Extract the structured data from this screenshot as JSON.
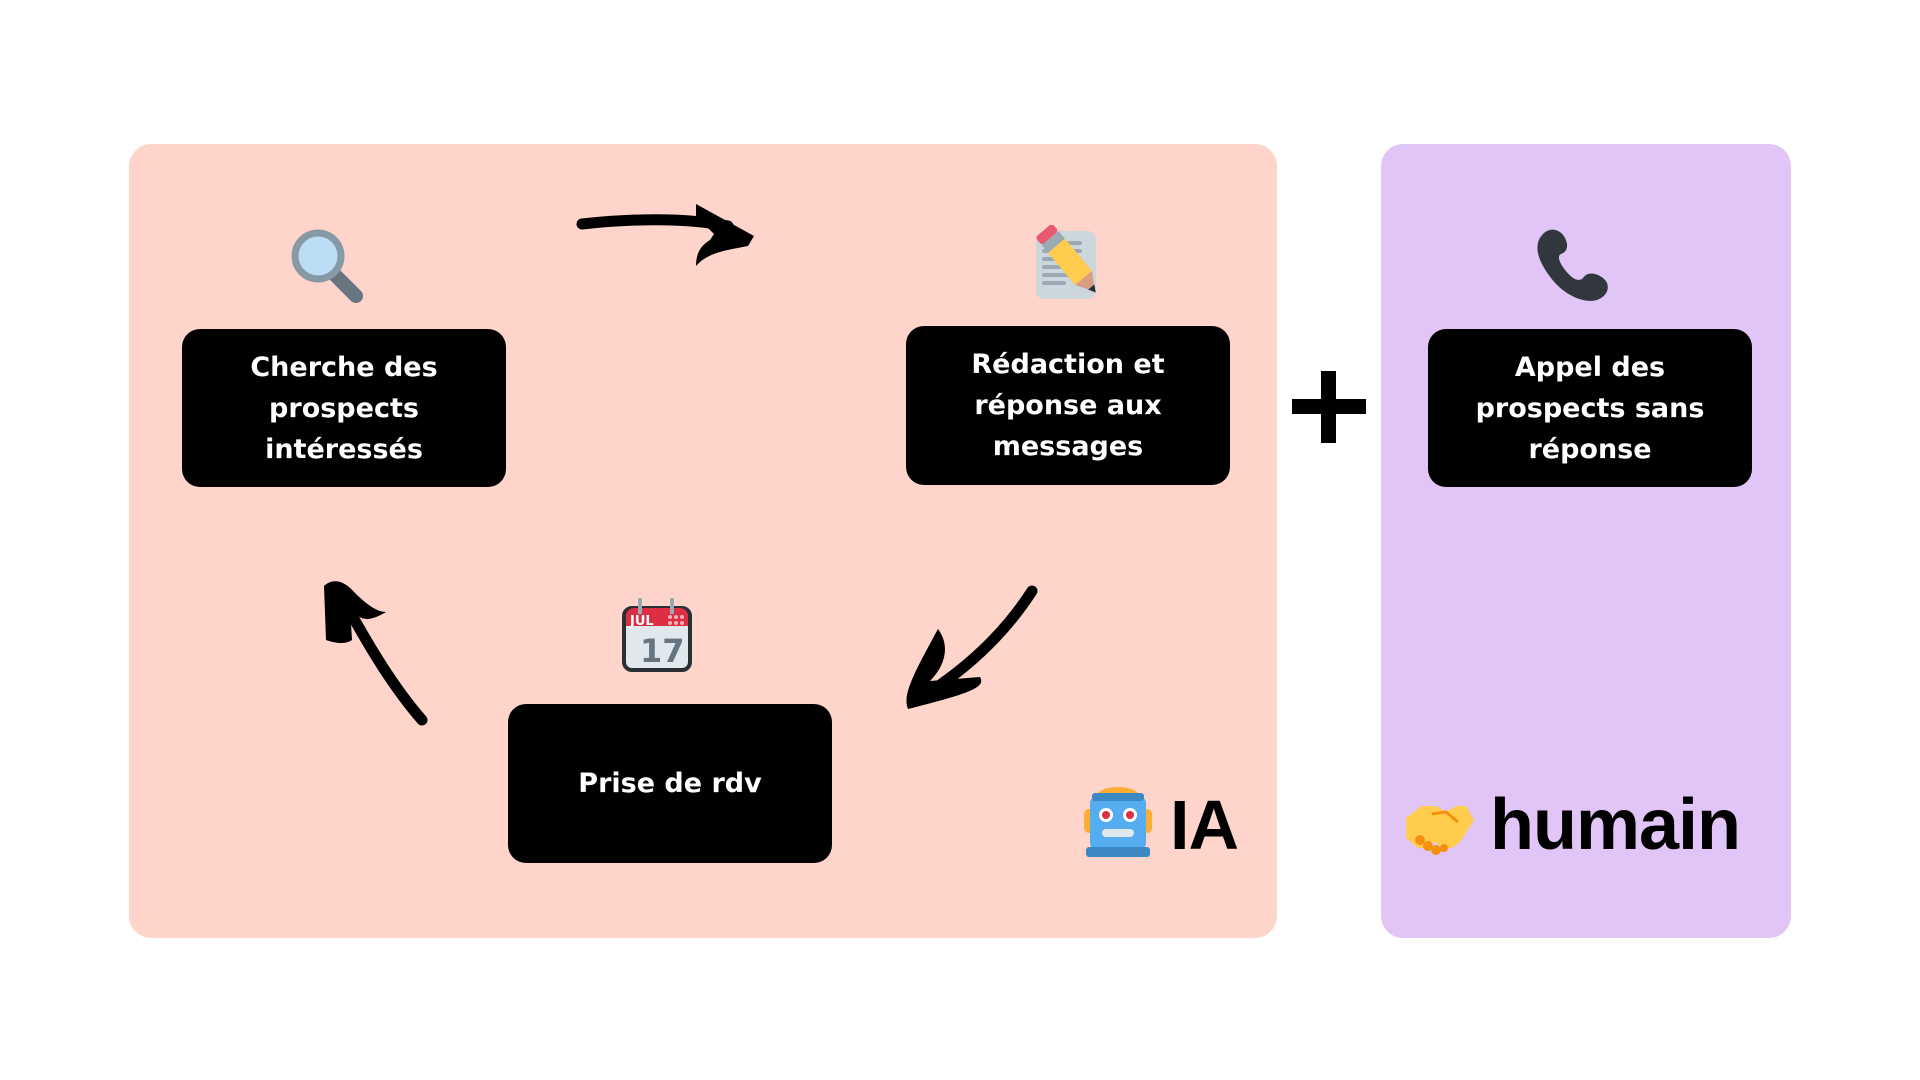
{
  "colors": {
    "ia_panel": "#ffd4cb",
    "human_panel": "#e0c5f6",
    "box": "#000000",
    "box_text": "#ffffff"
  },
  "ia_panel": {
    "label": "IA",
    "label_icon": "robot-icon",
    "steps": [
      {
        "icon": "magnifying-glass-icon",
        "label": "Cherche des prospects intéressés"
      },
      {
        "icon": "memo-pencil-icon",
        "label": "Rédaction et réponse aux messages"
      },
      {
        "icon": "calendar-icon",
        "label": "Prise de rdv",
        "calendar_month": "JUL",
        "calendar_day": "17"
      }
    ],
    "flow": [
      "step-1 → step-2",
      "step-2 → step-3",
      "step-3 → step-1"
    ]
  },
  "connector": {
    "symbol": "+"
  },
  "human_panel": {
    "label": "humain",
    "label_icon": "handshake-icon",
    "steps": [
      {
        "icon": "telephone-receiver-icon",
        "label": "Appel des prospects sans réponse"
      }
    ]
  }
}
